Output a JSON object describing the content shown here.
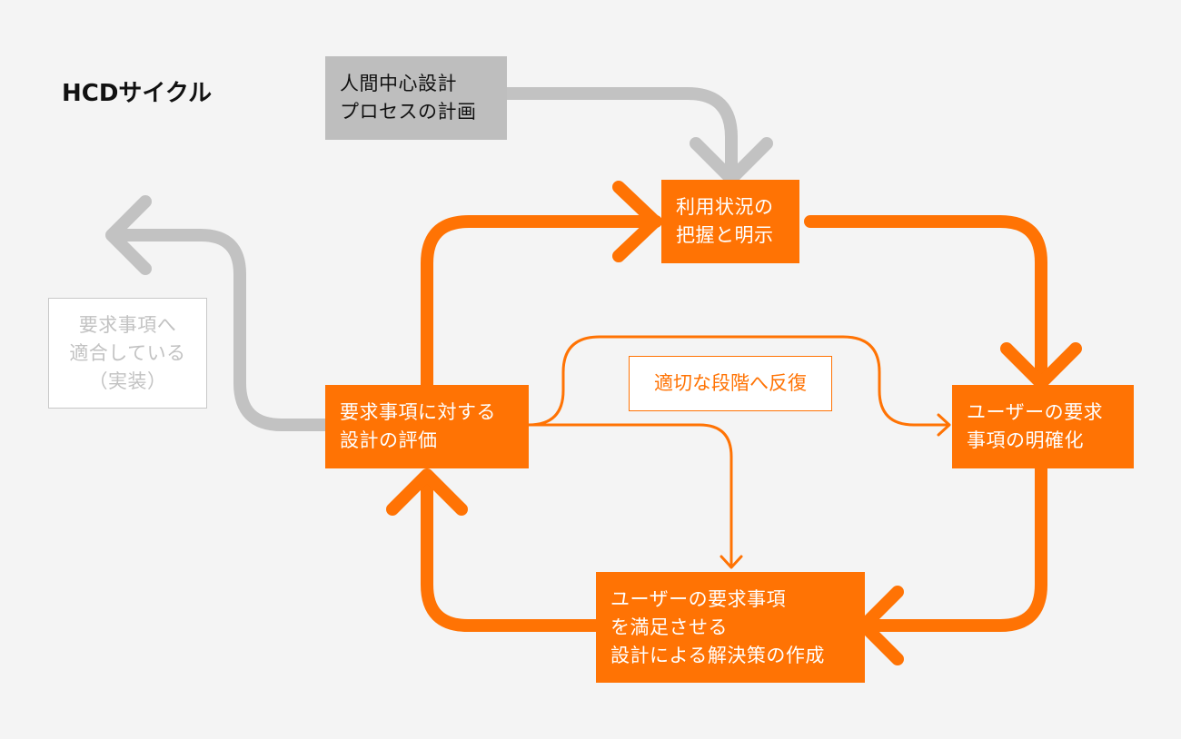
{
  "title": "HCDサイクル",
  "colors": {
    "accent": "#ff7304",
    "gray": "#bebebe",
    "background": "#f4f4f4",
    "ghost_text": "#c2c2c2"
  },
  "nodes": {
    "plan": [
      "人間中心設計",
      "プロセスの計画"
    ],
    "context": [
      "利用状況の",
      "把握と明示"
    ],
    "requirements": [
      "ユーザーの要求",
      "事項の明確化"
    ],
    "design": [
      "ユーザーの要求事項",
      "を満足させる",
      "設計による解決策の作成"
    ],
    "evaluate": [
      "要求事項に対する",
      "設計の評価"
    ],
    "done": [
      "要求事項へ",
      "適合している",
      "（実装）"
    ]
  },
  "iterate_label": "適切な段階へ反復"
}
